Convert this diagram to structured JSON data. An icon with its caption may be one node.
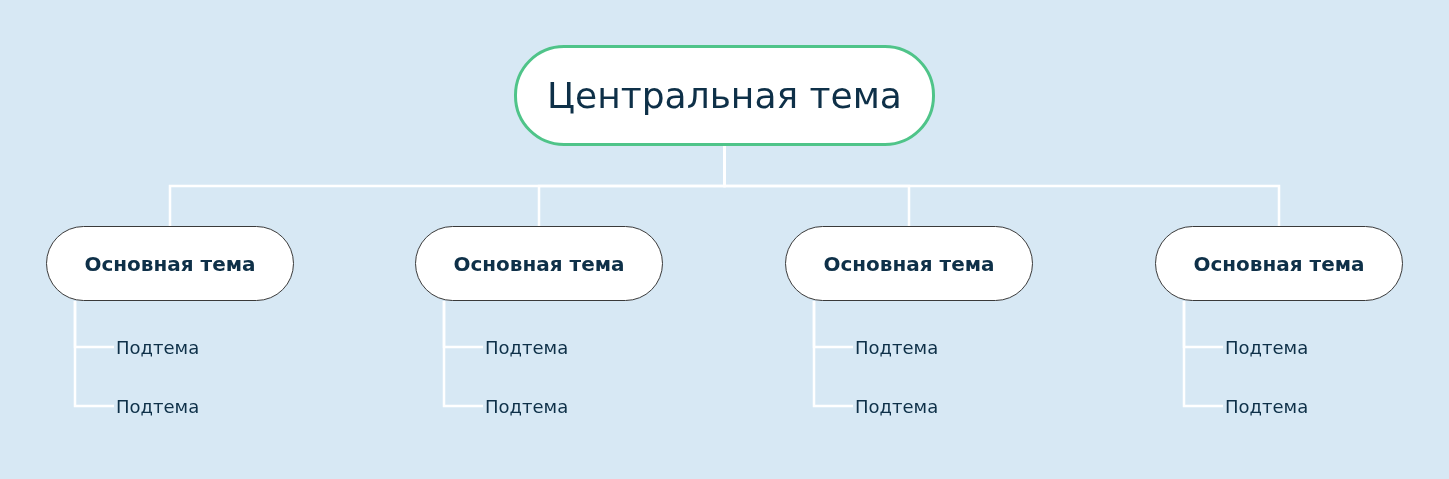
{
  "diagram": {
    "nodes": [
      {
        "text": [
          "Центральная тема"
        ]
      },
      {
        "text": [
          "Основная тема"
        ]
      },
      {
        "text": [
          "Подтема"
        ]
      },
      {
        "text": [
          "Подтема"
        ]
      },
      {
        "text": [
          "Основная тема"
        ]
      },
      {
        "text": [
          "Подтема"
        ]
      },
      {
        "text": [
          "Подтема"
        ]
      },
      {
        "text": [
          "Основная тема"
        ]
      },
      {
        "text": [
          "Подтема"
        ]
      },
      {
        "text": [
          "Подтема"
        ]
      },
      {
        "text": [
          "Основная тема"
        ]
      },
      {
        "text": [
          "Подтема"
        ]
      },
      {
        "text": [
          "Подтема"
        ]
      }
    ],
    "edges": [
      {
        "from": 0,
        "to": 1,
        "arrow": "none"
      },
      {
        "from": 0,
        "to": 4,
        "arrow": "none"
      },
      {
        "from": 0,
        "to": 7,
        "arrow": "none"
      },
      {
        "from": 0,
        "to": 10,
        "arrow": "none"
      },
      {
        "from": 1,
        "to": 2,
        "arrow": "none"
      },
      {
        "from": 1,
        "to": 3,
        "arrow": "none"
      },
      {
        "from": 4,
        "to": 5,
        "arrow": "none"
      },
      {
        "from": 4,
        "to": 6,
        "arrow": "none"
      },
      {
        "from": 7,
        "to": 8,
        "arrow": "none"
      },
      {
        "from": 7,
        "to": 9,
        "arrow": "none"
      },
      {
        "from": 10,
        "to": 11,
        "arrow": "none"
      },
      {
        "from": 10,
        "to": 12,
        "arrow": "none"
      }
    ]
  }
}
